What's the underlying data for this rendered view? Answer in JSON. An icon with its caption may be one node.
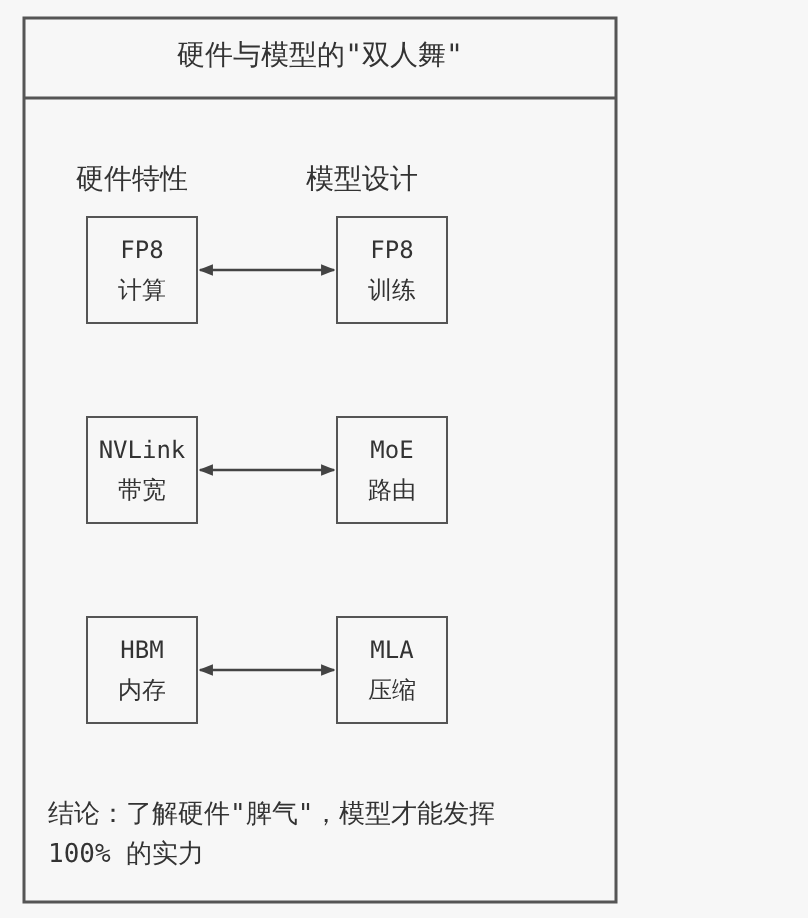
{
  "diagram": {
    "title": "硬件与模型的\"双人舞\"",
    "nodes": [
      {
        "text": [
          "FP8 计算"
        ]
      },
      {
        "text": [
          "FP8 训练"
        ]
      },
      {
        "text": [
          "NVLink 带宽"
        ]
      },
      {
        "text": [
          "MoE 路由"
        ]
      },
      {
        "text": [
          "HBM 内存"
        ]
      },
      {
        "text": [
          "MLA 压缩"
        ]
      }
    ],
    "edges": [
      {
        "from": 0,
        "to": 1,
        "arrow": "both"
      },
      {
        "from": 2,
        "to": 3,
        "arrow": "both"
      },
      {
        "from": 4,
        "to": 5,
        "arrow": "both"
      }
    ],
    "labels": [
      "硬件特性",
      "模型设计",
      "结论：了解硬件\"脾气\"，模型才能发挥100% 的实力"
    ]
  }
}
